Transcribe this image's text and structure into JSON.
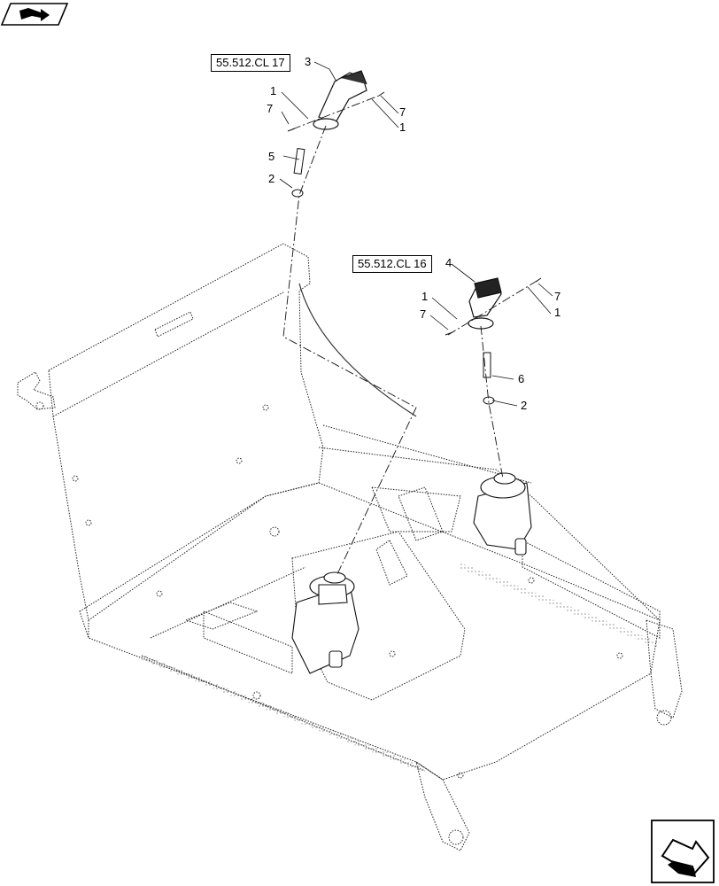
{
  "nav": {
    "top_left_icon": "book-arrow-icon",
    "bottom_right_icon": "next-page-arrow-icon"
  },
  "references": {
    "upper": "55.512.CL 17",
    "lower": "55.512.CL 16"
  },
  "callouts": {
    "c3": "3",
    "c1a": "1",
    "c7a": "7",
    "c7b": "7",
    "c1b": "1",
    "c5": "5",
    "c2a": "2",
    "c4": "4",
    "c1c": "1",
    "c7c": "7",
    "c7d": "7",
    "c1d": "1",
    "c6": "6",
    "c2b": "2"
  }
}
